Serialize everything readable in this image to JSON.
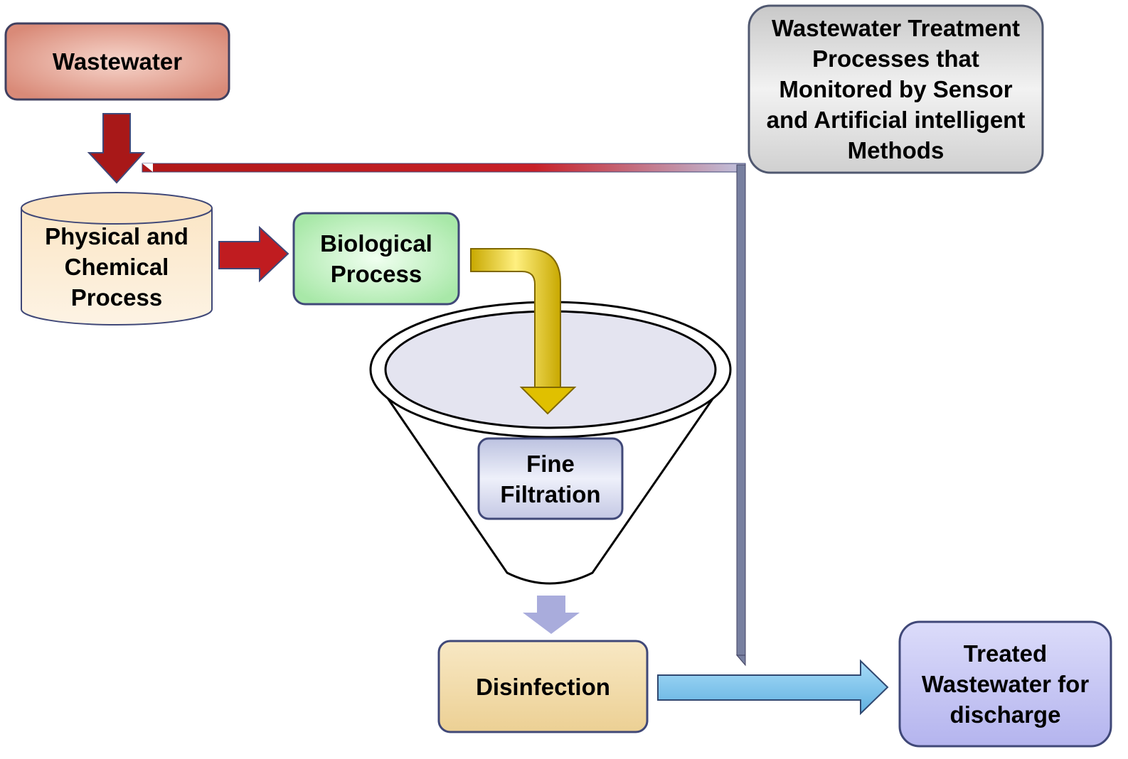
{
  "diagram": {
    "nodes": {
      "wastewater": "Wastewater",
      "monitor": "Wastewater Treatment Processes that Monitored by Sensor and Artificial intelligent Methods",
      "physical_chemical": "Physical and Chemical Process",
      "biological": "Biological Process",
      "fine_filtration": "Fine Filtration",
      "disinfection": "Disinfection",
      "treated": "Treated Wastewater for discharge"
    },
    "colors": {
      "wastewater": "#e8a898",
      "monitor": "#d8d8d8",
      "physical_chemical": "#f8dcb0",
      "biological": "#bdf0bd",
      "fine_filtration": "#d4d8ee",
      "disinfection": "#f4dca8",
      "treated": "#c4c4f4",
      "red_arrow": "#b01818",
      "yellow_pipe": "#e8c800",
      "lavender_arrow": "#a9acdc",
      "blue_arrow": "#80c8f0",
      "monitor_line": "#8890b0"
    },
    "edges": [
      {
        "from": "wastewater",
        "to": "physical_chemical"
      },
      {
        "from": "physical_chemical",
        "to": "biological"
      },
      {
        "from": "biological",
        "to": "fine_filtration"
      },
      {
        "from": "fine_filtration",
        "to": "disinfection"
      },
      {
        "from": "disinfection",
        "to": "treated"
      },
      {
        "from": "monitor",
        "to": "process-chain"
      }
    ]
  }
}
